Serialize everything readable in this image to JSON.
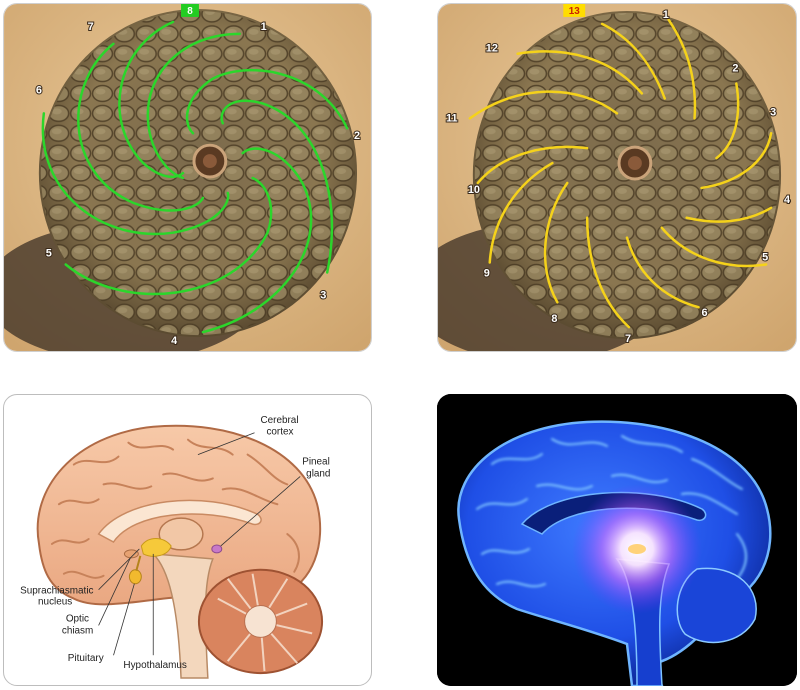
{
  "pinecone_green": {
    "badge": "8",
    "badge_color": "#22cc22",
    "spiral_color": "#2bd62b",
    "numbers": [
      "1",
      "2",
      "3",
      "4",
      "5",
      "6",
      "7"
    ]
  },
  "pinecone_yellow": {
    "badge": "13",
    "badge_color": "#ffdd00",
    "spiral_color": "#f5d21a",
    "numbers": [
      "1",
      "2",
      "3",
      "4",
      "5",
      "6",
      "7",
      "8",
      "9",
      "10",
      "11",
      "12"
    ]
  },
  "brain_diagram": {
    "labels": {
      "cerebral_cortex": [
        "Cerebral",
        "cortex"
      ],
      "pineal_gland": [
        "Pineal",
        "gland"
      ],
      "suprachiasmatic_nucleus": [
        "Suprachiasmatic",
        "nucleus"
      ],
      "optic_chiasm": [
        "Optic",
        "chiasm"
      ],
      "pituitary": "Pituitary",
      "hypothalamus": "Hypothalamus"
    }
  },
  "glowing_brain": {
    "glow_color": "#ffffff",
    "brain_color": "#1e5cff"
  }
}
